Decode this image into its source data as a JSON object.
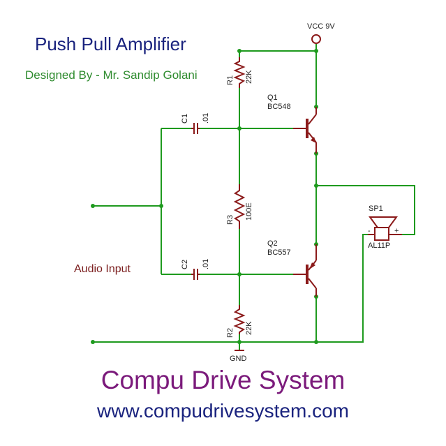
{
  "title": "Push Pull Amplifier",
  "designer": "Designed By - Mr. Sandip Golani",
  "input_label": "Audio Input",
  "brand": "Compu Drive System",
  "website": "www.compudrivesystem.com",
  "colors": {
    "wire": "#1e9a1e",
    "component": "#8b1a1a",
    "title": "#1a237e",
    "brand": "#7b1a7b"
  },
  "components": {
    "vcc": {
      "label": "VCC 9V"
    },
    "gnd": {
      "label": "GND"
    },
    "r1": {
      "ref": "R1",
      "value": "22K"
    },
    "r2": {
      "ref": "R2",
      "value": "22K"
    },
    "r3": {
      "ref": "R3",
      "value": "100E"
    },
    "c1": {
      "ref": "C1",
      "value": ".01"
    },
    "c2": {
      "ref": "C2",
      "value": ".01"
    },
    "q1": {
      "ref": "Q1",
      "part": "BC548"
    },
    "q2": {
      "ref": "Q2",
      "part": "BC557"
    },
    "sp1": {
      "ref": "SP1",
      "part": "AL11P",
      "minus": "-",
      "plus": "+"
    }
  }
}
